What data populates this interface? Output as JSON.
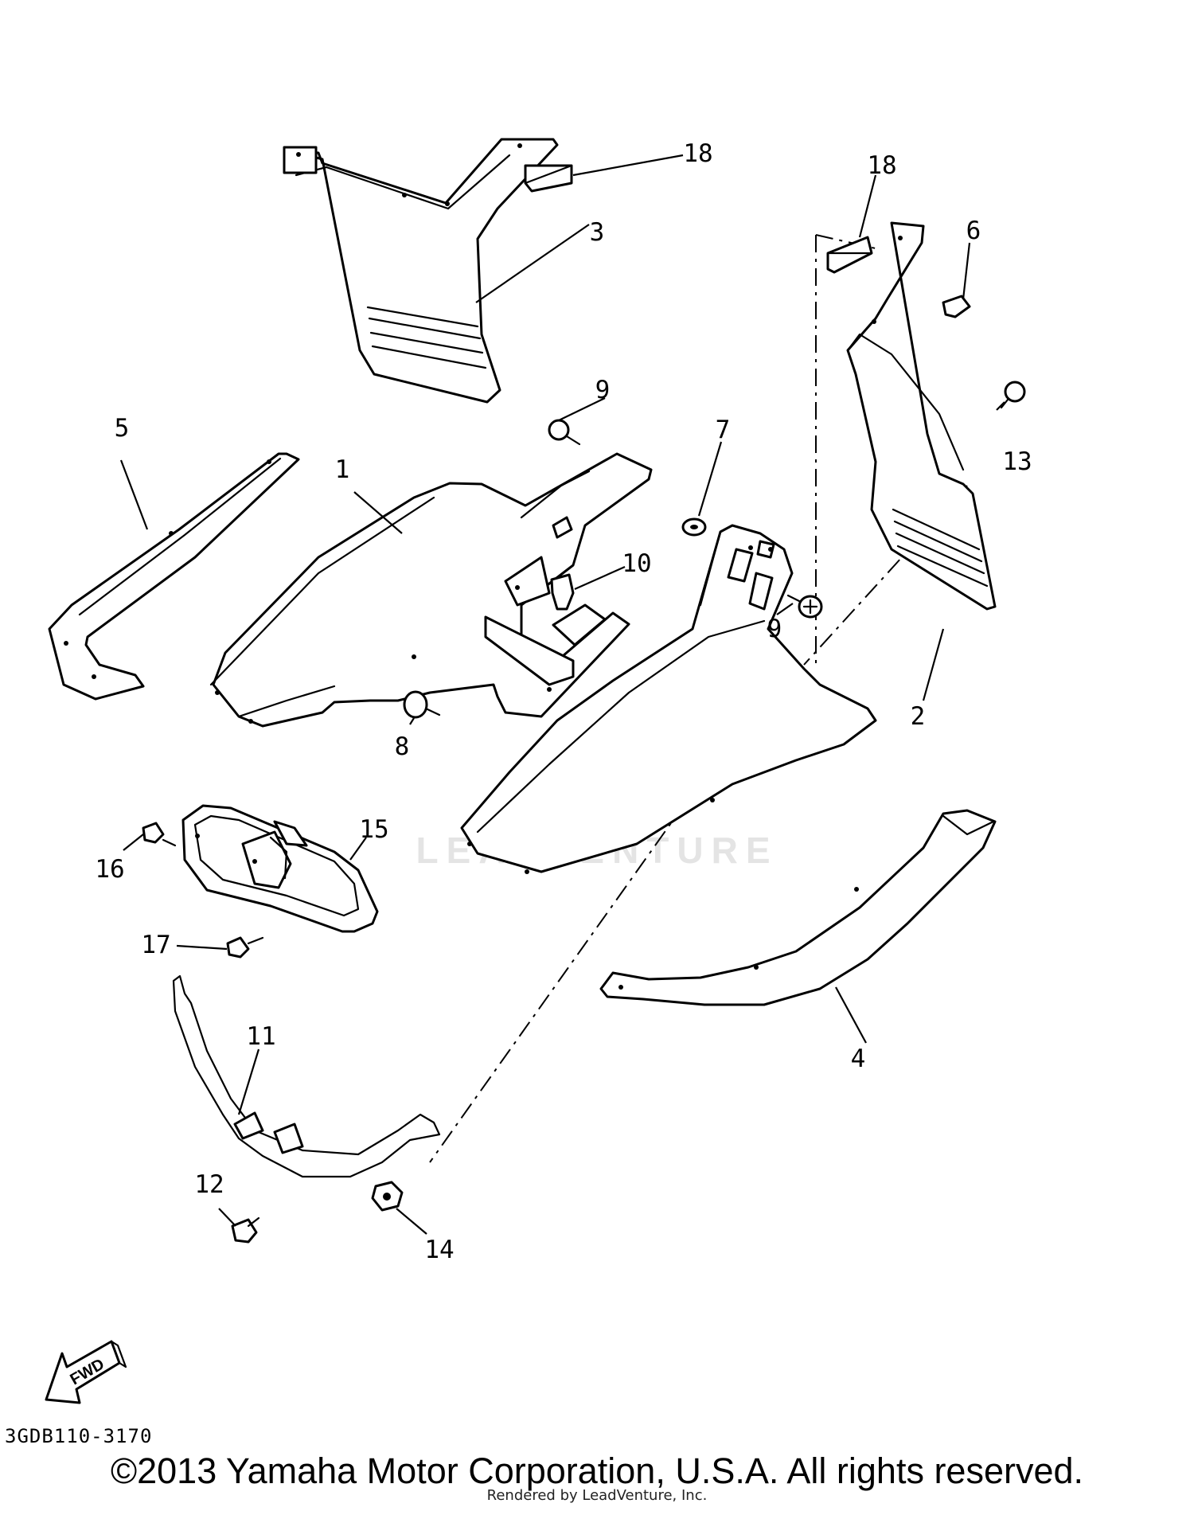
{
  "callouts": {
    "c1": "1",
    "c2": "2",
    "c3": "3",
    "c4": "4",
    "c5": "5",
    "c6": "6",
    "c7": "7",
    "c8": "8",
    "c9a": "9",
    "c9b": "9",
    "c10": "10",
    "c11": "11",
    "c12": "12",
    "c13": "13",
    "c14": "14",
    "c15": "15",
    "c16": "16",
    "c17": "17",
    "c18a": "18",
    "c18b": "18"
  },
  "fwd_label": "FWD",
  "watermark": "LEADVENTURE",
  "diagram_code": "3GDB110-3170",
  "copyright": "©2013 Yamaha Motor Corporation, U.S.A. All rights reserved.",
  "rendered_by": "Rendered by LeadVenture, Inc."
}
